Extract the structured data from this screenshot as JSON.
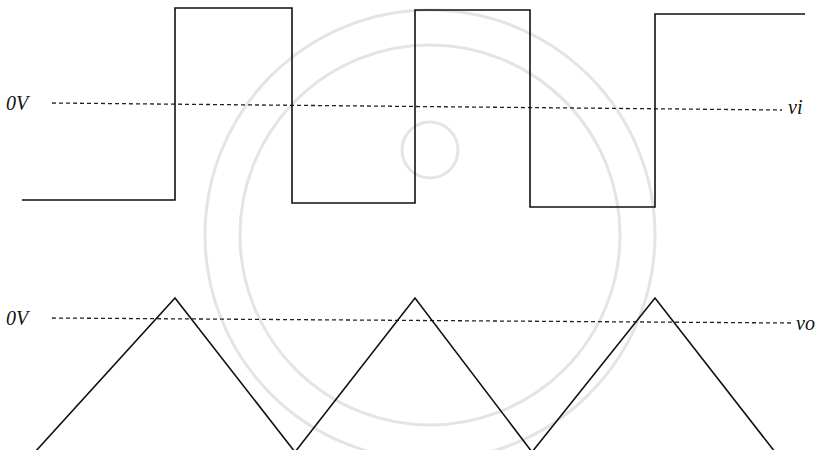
{
  "diagram": {
    "labels": [
      "0V",
      "vi",
      "0V",
      "vo"
    ]
  }
}
